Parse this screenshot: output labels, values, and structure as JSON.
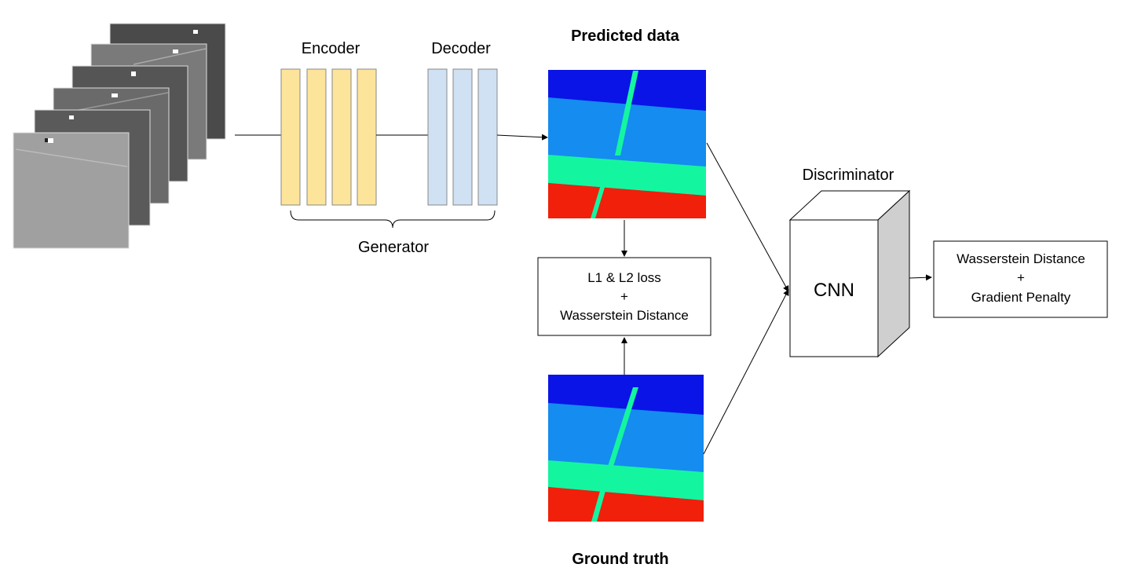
{
  "labels": {
    "encoder": "Encoder",
    "decoder": "Decoder",
    "generator": "Generator",
    "predicted": "Predicted data",
    "ground_truth": "Ground truth",
    "discriminator": "Discriminator",
    "cnn": "CNN",
    "loss_line1": "L1 & L2 loss",
    "loss_line2": "+",
    "loss_line3": "Wasserstein Distance",
    "out_line1": "Wasserstein Distance",
    "out_line2": "+",
    "out_line3": "Gradient Penalty"
  },
  "colors": {
    "encoder_block": "#fde49b",
    "decoder_block": "#cfe1f3",
    "dark_blue": "#0a14e6",
    "mid_blue": "#148cf0",
    "green": "#14f5a0",
    "red": "#f0200a",
    "cube_side": "#cfcfcf"
  }
}
